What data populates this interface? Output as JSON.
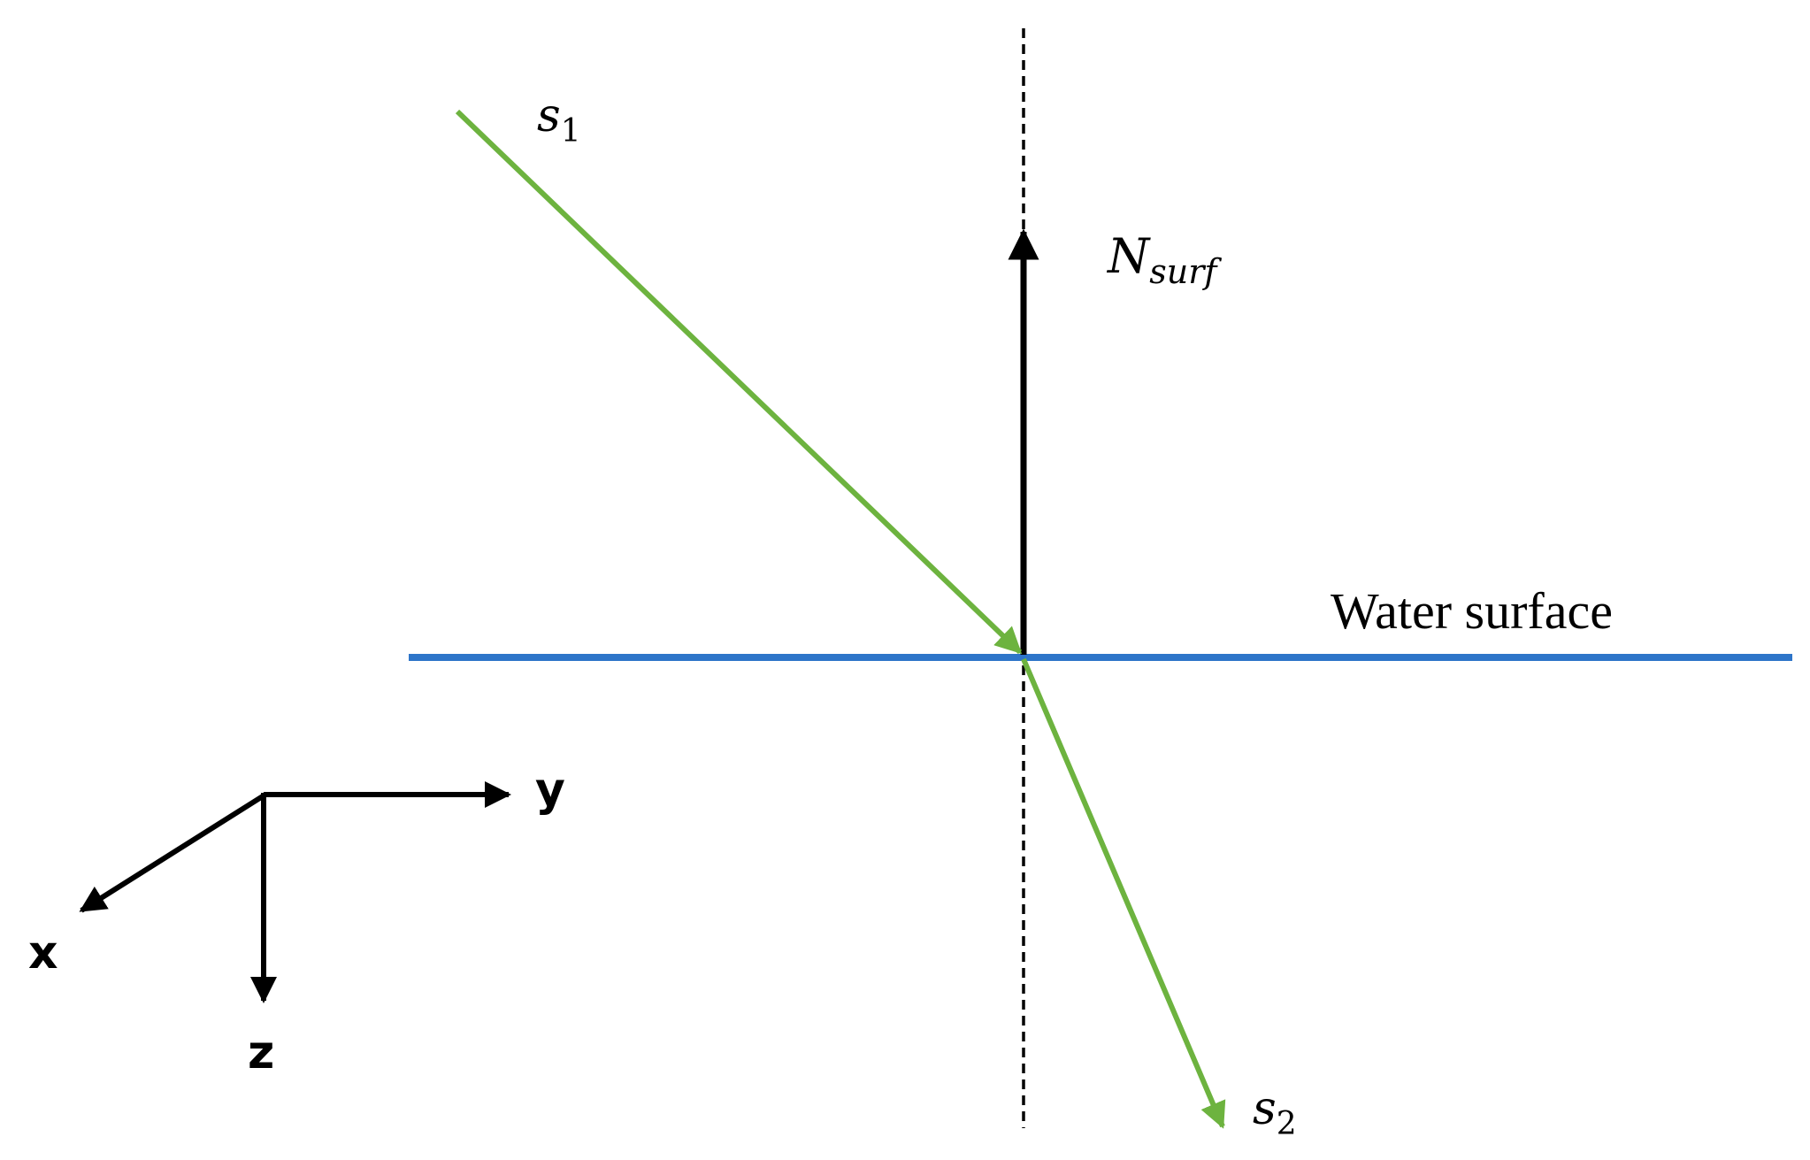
{
  "colors": {
    "ray": "#6db33f",
    "surface": "#2e75c9",
    "axis": "#000000",
    "background": "#ffffff"
  },
  "labels": {
    "incident_ray": {
      "main": "s",
      "sub": "1"
    },
    "refracted_ray": {
      "main": "s",
      "sub": "2"
    },
    "normal": {
      "main": "N",
      "sub": "surf"
    },
    "surface": "Water surface",
    "axis_x": "x",
    "axis_y": "y",
    "axis_z": "z"
  }
}
